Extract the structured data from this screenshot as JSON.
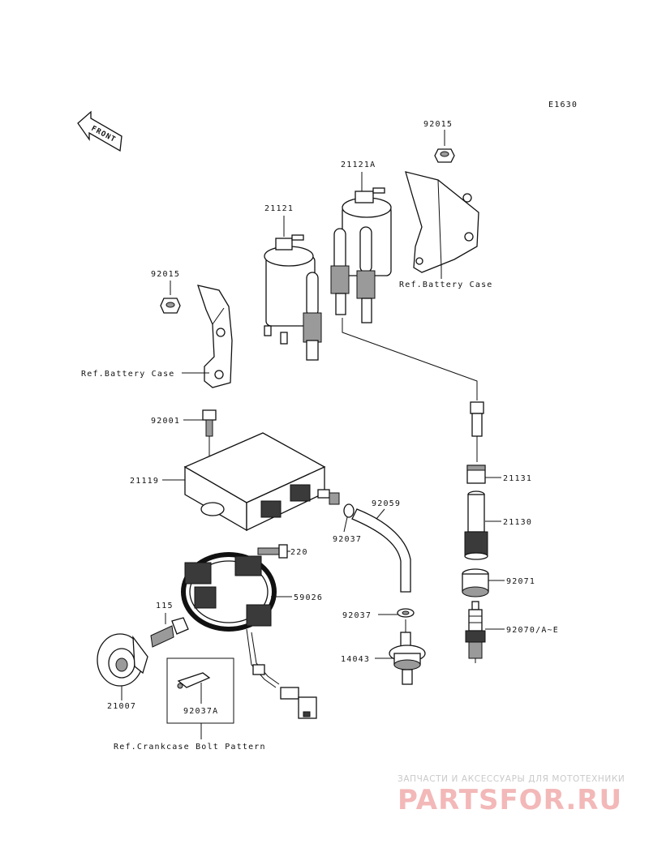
{
  "diagram_code": "E1630",
  "front_label": "FRONT",
  "callouts": {
    "nut_92015_top": "92015",
    "coil_21121A": "21121A",
    "coil_21121": "21121",
    "ref_battery_case_right": "Ref.Battery Case",
    "nut_92015_left": "92015",
    "ref_battery_case_left": "Ref.Battery Case",
    "bolt_92001": "92001",
    "igniter_21119": "21119",
    "hose_92059": "92059",
    "clamp_92037_upper": "92037",
    "bolt_220": "220",
    "pickup_59026": "59026",
    "bolt_115": "115",
    "rotor_21007": "21007",
    "clamp_92037_lower": "92037",
    "valve_14043": "14043",
    "clamp_92037A": "92037A",
    "ref_crankcase": "Ref.Crankcase Bolt Pattern",
    "cap_21131": "21131",
    "cap_21130": "21130",
    "cap_92071": "92071",
    "plug_92070": "92070/A~E"
  },
  "watermark": {
    "tagline": "ЗАПЧАСТИ И АКСЕССУАРЫ ДЛЯ МОТОТЕХНИКИ",
    "brand": "PARTSFOR.RU"
  },
  "colors": {
    "line": "#111111",
    "watermark_brand": "#f3b8b8",
    "watermark_tagline": "#c9c9c9"
  }
}
